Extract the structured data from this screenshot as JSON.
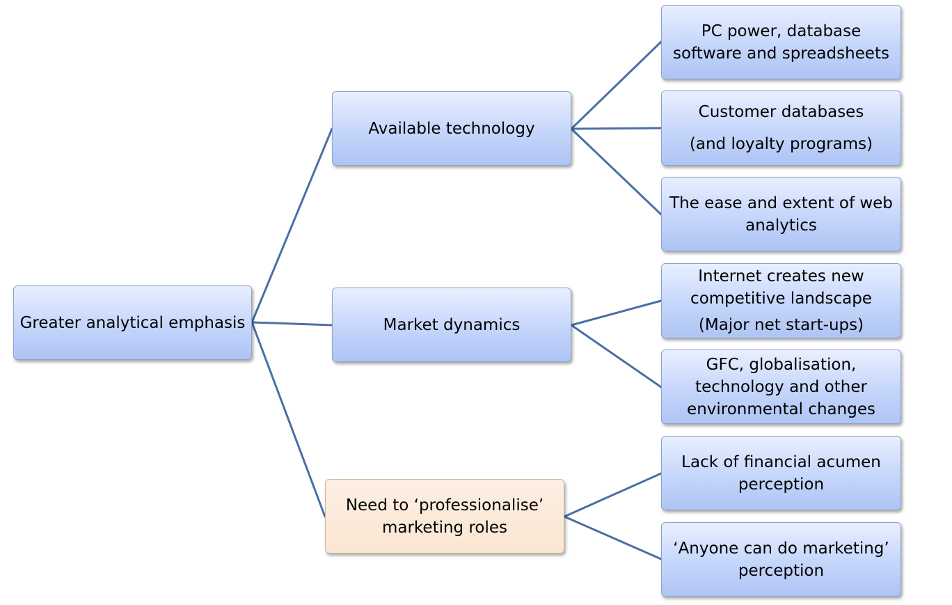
{
  "diagram": {
    "root": {
      "label": "Greater analytical emphasis"
    },
    "branches": [
      {
        "label": "Available technology",
        "children": [
          {
            "lines": [
              "PC power, database",
              "software and spreadsheets"
            ]
          },
          {
            "lines": [
              "Customer databases",
              "(and loyalty programs)"
            ]
          },
          {
            "lines": [
              "The ease and extent of web",
              "analytics"
            ]
          }
        ]
      },
      {
        "label": "Market dynamics",
        "children": [
          {
            "lines": [
              "Internet creates new",
              "competitive landscape",
              "(Major net start-ups)"
            ]
          },
          {
            "lines": [
              "GFC, globalisation,",
              "technology and other",
              "environmental changes"
            ]
          }
        ]
      },
      {
        "lines": [
          "Need to ‘professionalise’",
          "marketing roles"
        ],
        "children": [
          {
            "lines": [
              "Lack of financial acumen",
              "perception"
            ]
          },
          {
            "lines": [
              "‘Anyone can do marketing’",
              "perception"
            ]
          }
        ]
      }
    ],
    "colors": {
      "connector": "#4a6fa5",
      "node_fill": "#c5d6fb",
      "highlight_fill": "#fbe6d2"
    }
  }
}
